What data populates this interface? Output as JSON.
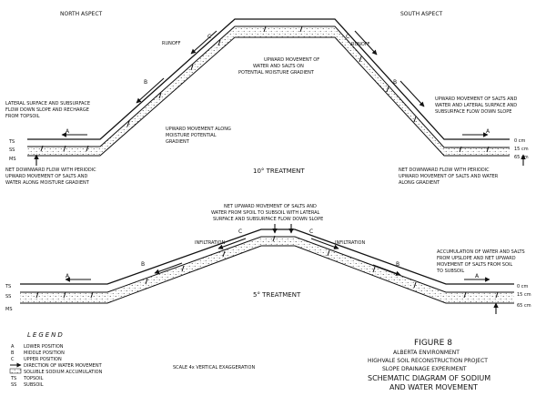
{
  "aspects": {
    "north": "NORTH ASPECT",
    "south": "SOUTH ASPECT"
  },
  "positions": {
    "lower": "A",
    "middle": "B",
    "upper": "C"
  },
  "layers": {
    "topsoil": "TS",
    "subsoil": "SS",
    "mine_spoil": "MS"
  },
  "depths": {
    "d0": "0 cm",
    "d15": "15 cm",
    "d65": "65 cm"
  },
  "treatments": {
    "t10": "10° TREATMENT",
    "t5": "5° TREATMENT"
  },
  "annotations_10": {
    "runoff_left": "RUNOFF",
    "runoff_right": "RUNOFF",
    "crest": [
      "UPWARD MOVEMENT OF",
      "WATER AND SALTS ON",
      "POTENTIAL MOISTURE GRADIENT"
    ],
    "lateral_left": [
      "LATERAL SURFACE AND SUBSURFACE",
      "FLOW DOWN SLOPE AND RECHARGE",
      "FROM TOPSOIL"
    ],
    "upward_along": [
      "UPWARD MOVEMENT ALONG",
      "MOISTURE POTENTIAL",
      "GRADIENT"
    ],
    "net_down_left": [
      "NET DOWNWARD FLOW WITH PERIODIC",
      "UPWARD MOVEMENT OF SALTS AND",
      "WATER ALONG MOISTURE GRADIENT"
    ],
    "upward_right": [
      "UPWARD MOVEMENT OF SALTS AND",
      "WATER AND LATERAL SURFACE AND",
      "SUBSURFACE FLOW DOWN SLOPE"
    ],
    "net_down_right": [
      "NET DOWNWARD FLOW WITH PERIODIC",
      "UPWARD MOVEMENT OF SALTS AND WATER",
      "ALONG GRADIENT"
    ]
  },
  "annotations_5": {
    "top": [
      "NET UPWARD MOVEMENT OF SALTS AND",
      "WATER FROM SPOIL TO SUBSOIL WITH LATERAL",
      "SURFACE AND SUBSURFACE FLOW DOWN SLOPE"
    ],
    "infiltration_left": "INFILTRATION",
    "infiltration_right": "INFILTRATION",
    "accumulation": [
      "ACCUMULATION OF WATER AND SALTS",
      "FROM UPSLOPE AND NET UPWARD",
      "MOVEMENT OF SALTS FROM SOIL",
      "TO SUBSOIL"
    ]
  },
  "legend": {
    "title": "LEGEND",
    "items": [
      {
        "key": "A",
        "text": "LOWER POSITION"
      },
      {
        "key": "B",
        "text": "MIDDLE POSITION"
      },
      {
        "key": "C",
        "text": "UPPER POSITION"
      },
      {
        "key": "",
        "text": "DIRECTION OF WATER MOVEMENT"
      },
      {
        "key": "",
        "text": "SOLUBLE SODIUM ACCUMULATION"
      },
      {
        "key": "TS",
        "text": "TOPSOIL"
      },
      {
        "key": "SS",
        "text": "SUBSOIL"
      }
    ]
  },
  "scale_note": "SCALE 4x VERTICAL EXAGGERATION",
  "figure": {
    "number": "FIGURE 8",
    "org": "ALBERTA ENVIRONMENT",
    "project": "HIGHVALE SOIL RECONSTRUCTION PROJECT",
    "experiment": "SLOPE DRAINAGE EXPERIMENT",
    "title_line1": "SCHEMATIC DIAGRAM OF SODIUM",
    "title_line2": "AND WATER MOVEMENT"
  }
}
